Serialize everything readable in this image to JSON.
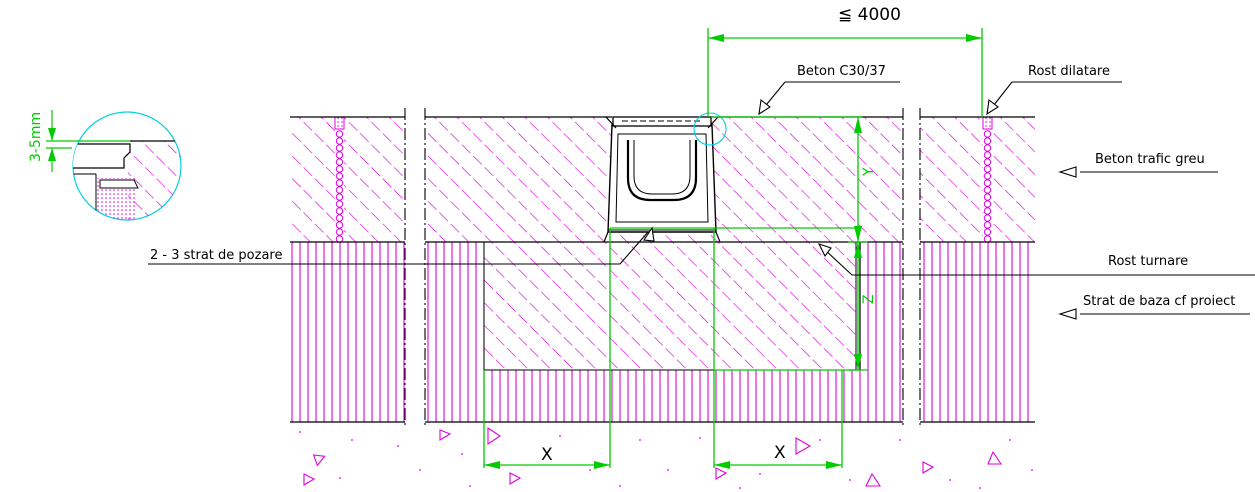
{
  "labels": {
    "max_spacing": "≦ 4000",
    "beton_c30": "Beton C30/37",
    "rost_dilatare": "Rost dilatare",
    "beton_trafic": "Beton trafic greu",
    "strat_pozare": "2 - 3 strat de pozare",
    "rost_turnare": "Rost turnare",
    "strat_baza": "Strat de baza cf proiect",
    "detail_gap": "3-5mm",
    "dim_y": "Y",
    "dim_z": "Z",
    "dim_x_left": "X",
    "dim_x_right": "X"
  },
  "colors": {
    "hatch": "#e000e0",
    "dimension": "#00cc00",
    "detail_circle": "#00d0e0",
    "outline": "#000000"
  }
}
